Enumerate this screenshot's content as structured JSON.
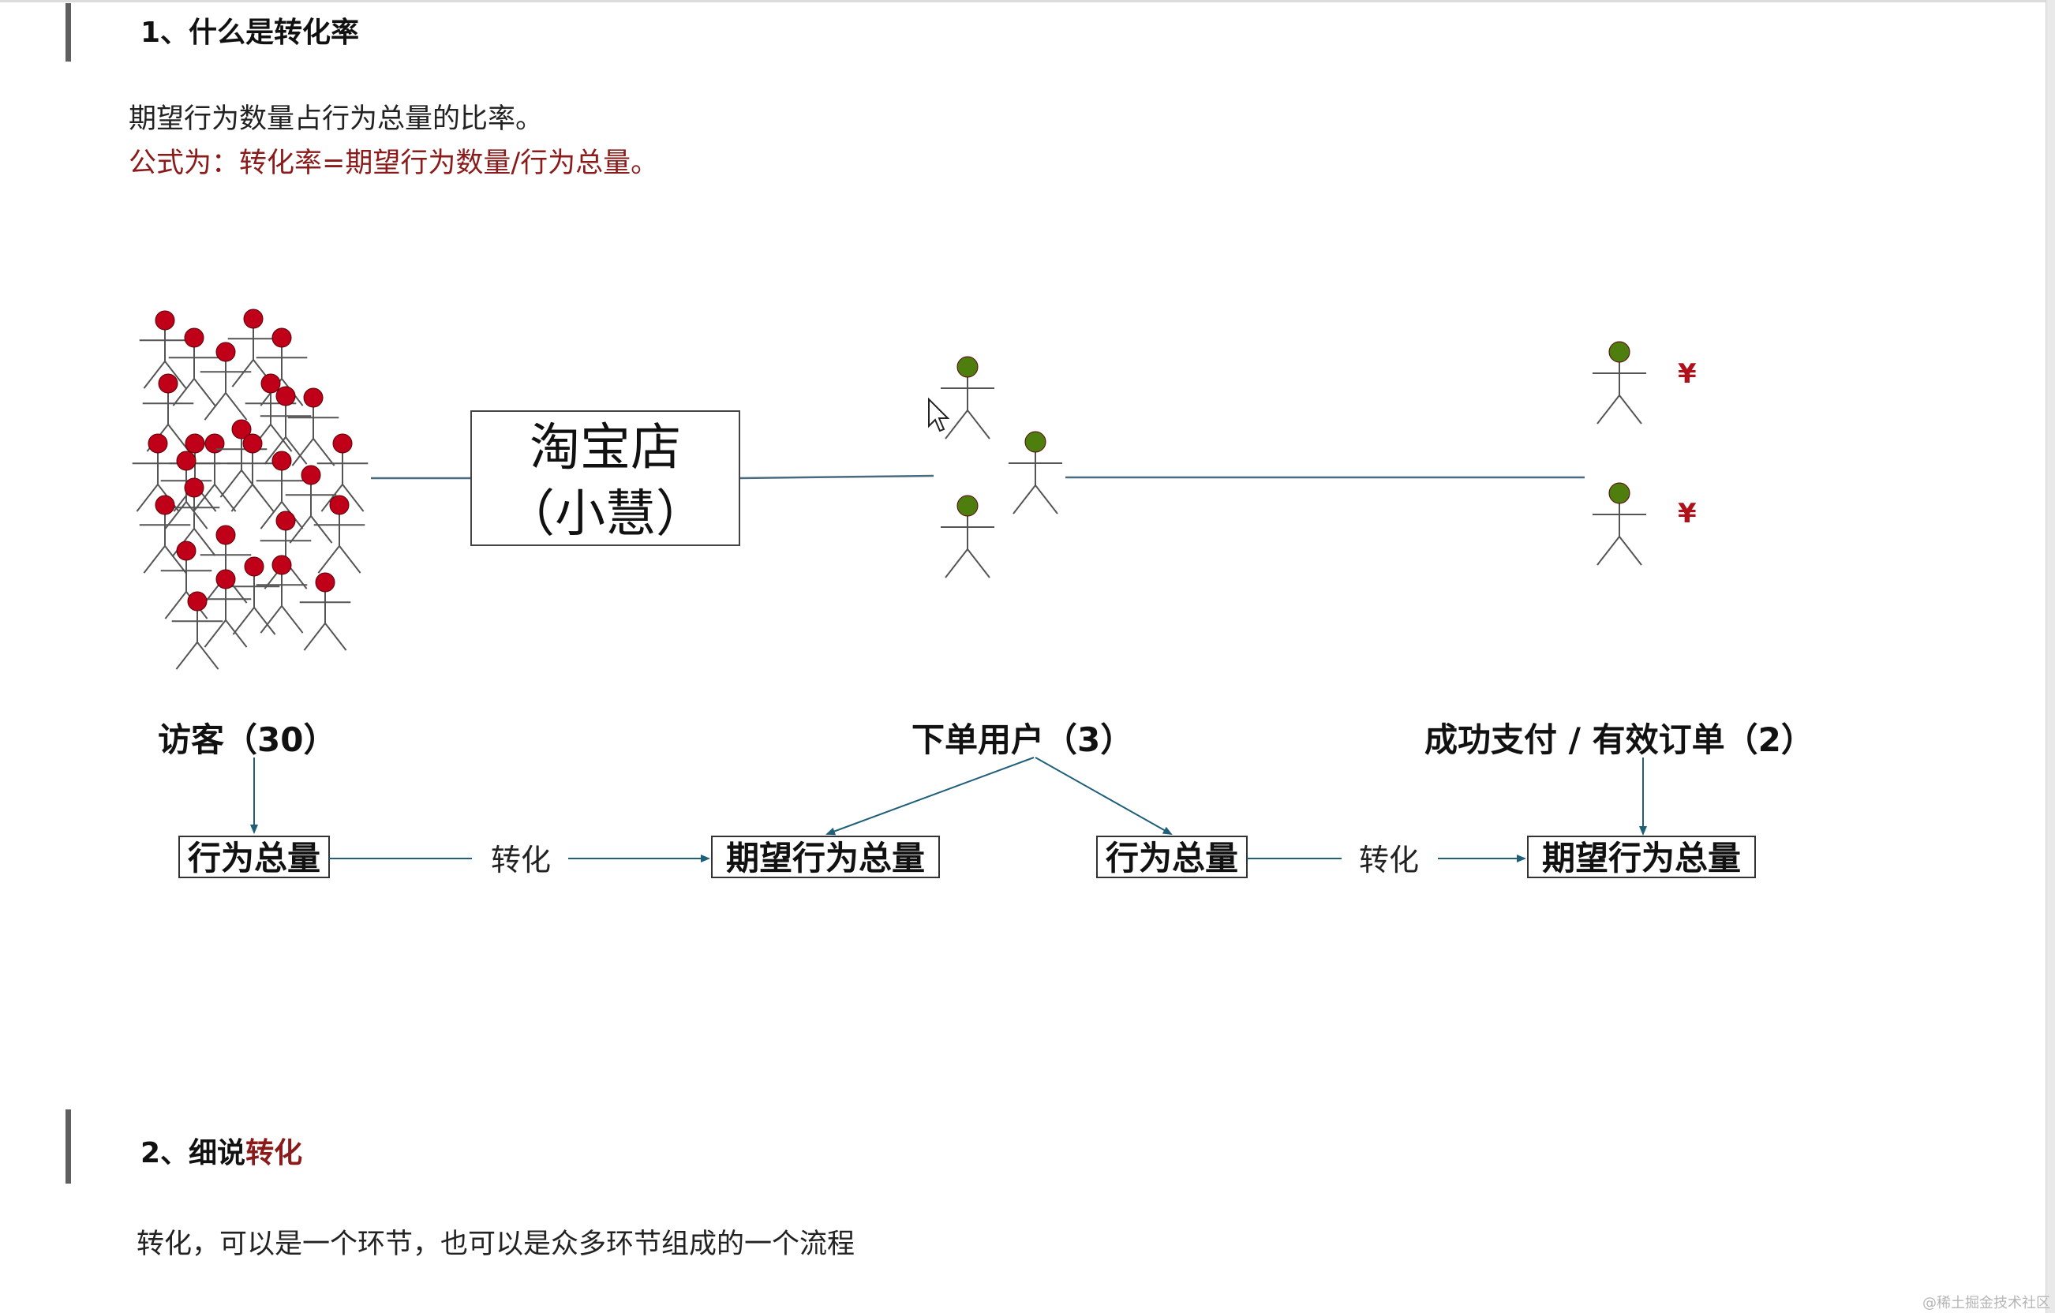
{
  "section1": {
    "heading": "1、什么是转化率",
    "definition": "期望行为数量占行为总量的比率。",
    "formula": "公式为：转化率=期望行为数量/行为总量。"
  },
  "diagram": {
    "shop_name_line1": "淘宝店",
    "shop_name_line2": "（小慧）",
    "visitors_label": "访客（30）",
    "order_users_label": "下单用户（3）",
    "paid_label": "成功支付 / 有效订单（2）",
    "box_total_1": "行为总量",
    "box_expected_1": "期望行为总量",
    "box_total_2": "行为总量",
    "box_expected_2": "期望行为总量",
    "convert_label_1": "转化",
    "convert_label_2": "转化",
    "currency_symbol": "¥",
    "colors": {
      "visitor_head": "#c00018",
      "buyer_head": "#4e7f0e",
      "currency": "#b0101a",
      "arrow": "#1f5f7a",
      "accent_text": "#8b1a1a"
    }
  },
  "section2": {
    "heading_prefix": "2、细说",
    "heading_accent": "转化",
    "body": "转化，可以是一个环节，也可以是众多环节组成的一个流程"
  },
  "watermark": "@稀土掘金技术社区"
}
